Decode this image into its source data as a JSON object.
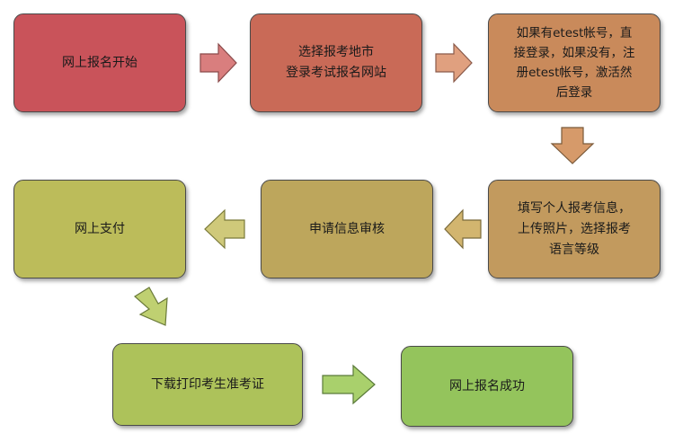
{
  "colors": {
    "step1": "#c9535a",
    "step2": "#c96a57",
    "step3": "#c98a5b",
    "step4": "#c29a5e",
    "step5": "#bda65c",
    "step6": "#bcbc5a",
    "step7": "#adc25a",
    "step8": "#94c45c",
    "arrow_r1": "#d97e7e",
    "arrow_r2": "#e0a07f",
    "arrow_d1": "#d69a6a",
    "arrow_l1": "#d2b56f",
    "arrow_l2": "#cfc97a",
    "arrow_d2": "#bfd071",
    "arrow_r3": "#a9d06c"
  },
  "steps": {
    "s1": {
      "lines": [
        "网上报名开始"
      ]
    },
    "s2": {
      "lines": [
        "选择报考地市",
        "登录考试报名网站"
      ]
    },
    "s3": {
      "lines": [
        "如果有etest帐号，直",
        "接登录，如果没有，注",
        "册etest帐号，激活然",
        "后登录"
      ]
    },
    "s4": {
      "lines": [
        "填写个人报考信息，",
        "上传照片，选择报考",
        "语言等级"
      ]
    },
    "s5": {
      "lines": [
        "申请信息审核"
      ]
    },
    "s6": {
      "lines": [
        "网上支付"
      ]
    },
    "s7": {
      "lines": [
        "下载打印考生准考证"
      ]
    },
    "s8": {
      "lines": [
        "网上报名成功"
      ]
    }
  }
}
